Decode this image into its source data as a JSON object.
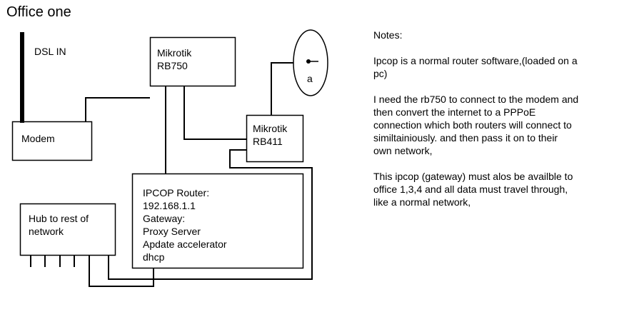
{
  "title": "Office one",
  "dsl_label": "DSL IN",
  "modem": {
    "label": "Modem"
  },
  "rb750": {
    "line1": "Mikrotik",
    "line2": "RB750"
  },
  "rb411": {
    "line1": "Mikrotik",
    "line2": "RB411"
  },
  "antenna": {
    "label": "a"
  },
  "ipcop": {
    "lines": [
      "IPCOP Router:",
      "192.168.1.1",
      "Gateway:",
      "Proxy Server",
      "Apdate accelerator",
      "dhcp"
    ]
  },
  "hub": {
    "line1": "Hub to rest of",
    "line2": "network"
  },
  "notes": {
    "heading": "Notes:",
    "p1": [
      "Ipcop is a normal router software,(loaded on a",
      "pc)"
    ],
    "p2": [
      "I need the rb750 to connect to the modem and",
      "then convert the internet to a PPPoE",
      "connection which both routers will connect to",
      "similtainiously. and then pass it on to their",
      "own network,"
    ],
    "p3": [
      "This ipcop (gateway) must alos be availble to",
      "office 1,3,4  and all data must travel through,",
      "like a normal network,"
    ]
  }
}
